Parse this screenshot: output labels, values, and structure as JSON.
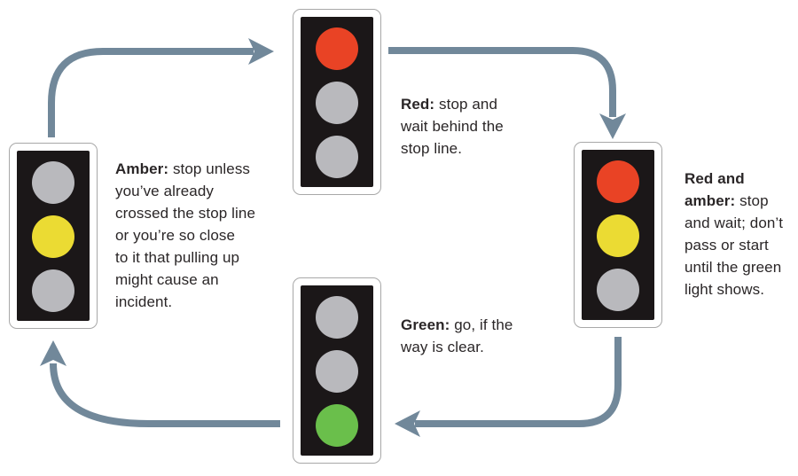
{
  "diagram": {
    "type": "cycle",
    "subject": "traffic-light-sequence"
  },
  "colors": {
    "red": "#E94325",
    "amber": "#EBDB33",
    "green": "#6ABF4B",
    "off": "#B9B9BD",
    "arrow": "#71889A",
    "body": "#1B1718",
    "frame": "#FFFFFF",
    "frame_border": "#A8A8A8",
    "text": "#2A2627"
  },
  "lights": [
    {
      "id": "red",
      "position": "top",
      "bulbs": [
        "red",
        "off",
        "off"
      ],
      "term_lines": [
        "Red:"
      ],
      "text_lines": [
        "stop and",
        "wait behind the",
        "stop line."
      ]
    },
    {
      "id": "red-and-amber",
      "position": "right",
      "bulbs": [
        "red",
        "amber",
        "off"
      ],
      "term_lines": [
        "Red and",
        "amber:"
      ],
      "text_lines": [
        "stop",
        "and wait; don’t",
        "pass or start",
        "until the green",
        "light shows."
      ]
    },
    {
      "id": "green",
      "position": "bottom",
      "bulbs": [
        "off",
        "off",
        "green"
      ],
      "term_lines": [
        "Green:"
      ],
      "text_lines": [
        "go, if the",
        "way is clear."
      ]
    },
    {
      "id": "amber",
      "position": "left",
      "bulbs": [
        "off",
        "amber",
        "off"
      ],
      "term_lines": [
        "Amber:"
      ],
      "text_lines": [
        "stop unless",
        "you’ve already",
        "crossed the stop line",
        "or you’re so close",
        "to it that pulling up",
        "might cause an",
        "incident."
      ]
    }
  ],
  "arrows": [
    {
      "from": "amber",
      "to": "red",
      "points": "up-then-right"
    },
    {
      "from": "red",
      "to": "red-and-amber",
      "points": "right-then-down"
    },
    {
      "from": "red-and-amber",
      "to": "green",
      "points": "down-then-left"
    },
    {
      "from": "green",
      "to": "amber",
      "points": "left-then-up"
    }
  ]
}
